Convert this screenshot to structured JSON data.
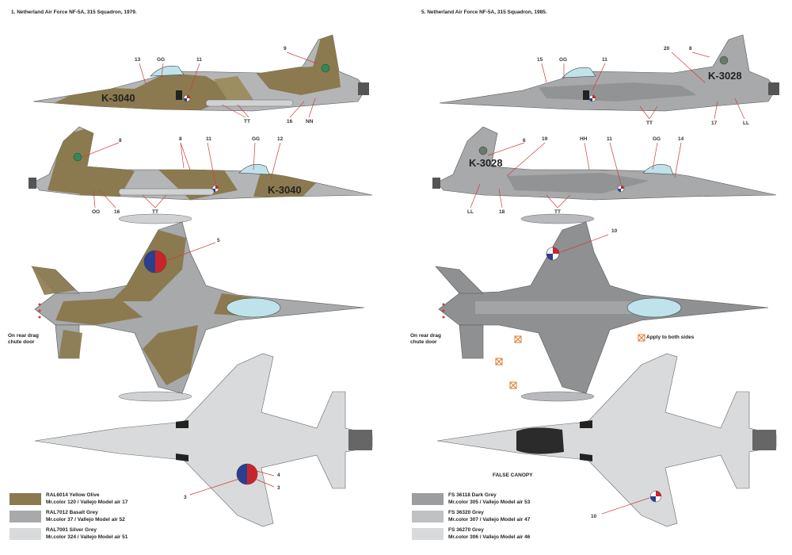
{
  "profiles": {
    "left_caption": "1. Netherland Air Force NF-5A, 315 Squadron, 1979.",
    "right_caption": "5. Netherland Air Force NF-5A, 315 Squadron, 1985."
  },
  "registrations": {
    "left_top": "K-3040",
    "left_second": "K-3040",
    "right_top": "K-3028",
    "right_second": "K-3028"
  },
  "callouts": {
    "l1": [
      "13",
      "GG",
      "11",
      "9",
      "TT",
      "16",
      "NN"
    ],
    "l2": [
      "8",
      "8",
      "11",
      "GG",
      "12",
      "OO",
      "16",
      "TT"
    ],
    "l3": [
      "5"
    ],
    "l4": [
      "4",
      "3",
      "3"
    ],
    "r1": [
      "15",
      "GG",
      "11",
      "20",
      "8",
      "TT",
      "17",
      "LL"
    ],
    "r2": [
      "6",
      "19",
      "HH",
      "11",
      "GG",
      "14",
      "LL",
      "18",
      "TT"
    ],
    "r3": [
      "10"
    ],
    "r4": [
      "10"
    ]
  },
  "notes": {
    "left_drag_chute": "On rear drag chute door",
    "right_drag_chute": "On rear drag chute door",
    "apply_both_sides": "Apply to both sides",
    "false_canopy": "FALSE CANOPY"
  },
  "legend_left": [
    {
      "code": "RAL6014 Yellow Olive",
      "paint": "Mr.color 120 / Vallejo Model air 17",
      "color": "#8b7a4f"
    },
    {
      "code": "RAL7012 Basalt Grey",
      "paint": "Mr.color 37 / Vallejo Model air 52",
      "color": "#a7a9ab"
    },
    {
      "code": "RAL7001 Silver Grey",
      "paint": "Mr.color 324 / Vallejo Model air 51",
      "color": "#d8dadb"
    }
  ],
  "legend_right": [
    {
      "code": "FS 36118 Dark Grey",
      "paint": "Mr.color 305 / Vallejo Model air 53",
      "color": "#9c9d9f"
    },
    {
      "code": "FS 36320 Grey",
      "paint": "Mr.color 307 / Vallejo Model air 47",
      "color": "#bfc1c3"
    },
    {
      "code": "FS 36270 Grey",
      "paint": "Mr.color 306 / Vallejo Model air 46",
      "color": "#d9dadc"
    }
  ],
  "colors": {
    "olive": "#8b7a4f",
    "basalt": "#a7a9ab",
    "silver": "#d8dadb",
    "dark_grey": "#8f9092",
    "mid_grey": "#b9babd",
    "light_grey": "#d9dadc",
    "canopy": "#bfe3ea",
    "roundel_red": "#c8252b",
    "roundel_blue": "#2b3f8f",
    "callout_red": "#d23b3b"
  }
}
